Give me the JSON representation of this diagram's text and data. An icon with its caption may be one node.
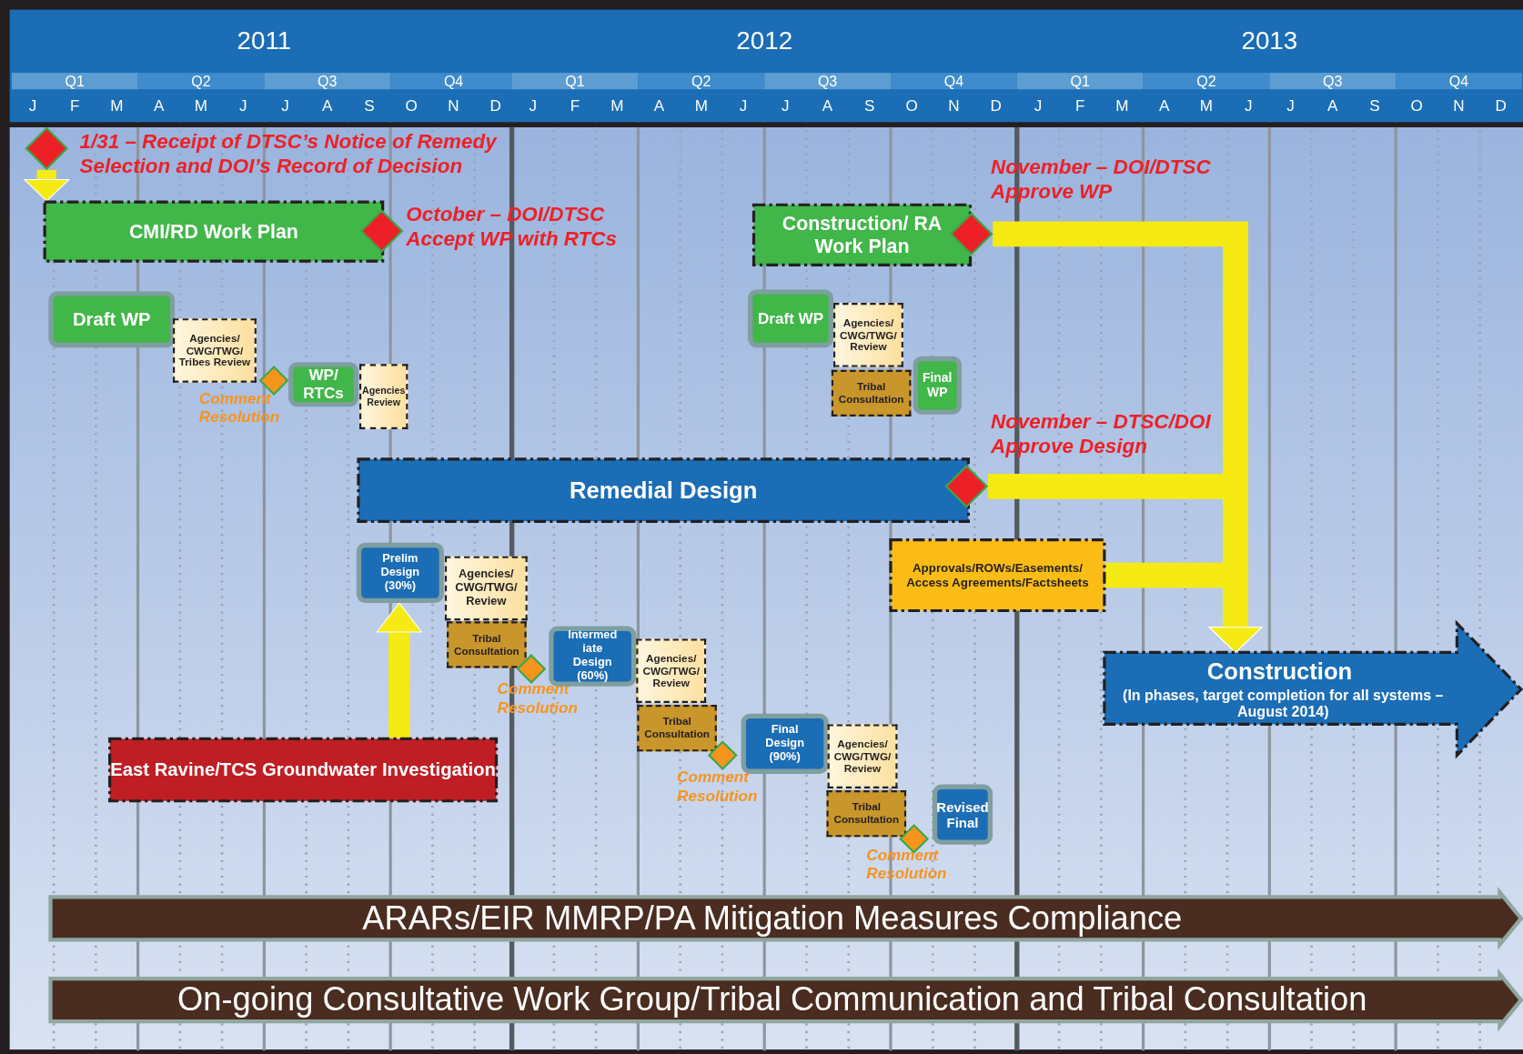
{
  "diagram": {
    "nodes": [
      {
        "text": [],
        "shape": "diamond",
        "beside": [
          "1/31 – Receipt of DTSC’s Notice of Remedy Selection and DOI’s Record of Decision"
        ]
      },
      {
        "text": [
          "CMI/RD Work Plan"
        ]
      },
      {
        "text": [],
        "shape": "diamond",
        "beside": [
          "October – DOI/DTSC Accept WP with RTCs"
        ]
      },
      {
        "text": [
          "Construction/ RA Work Plan"
        ]
      },
      {
        "text": [],
        "shape": "diamond",
        "beside": [
          "November – DOI/DTSC Approve WP"
        ]
      },
      {
        "text": [
          "Draft WP"
        ]
      },
      {
        "text": [
          "Agencies/ CWG/TWG/ Tribes Review"
        ]
      },
      {
        "text": [],
        "shape": "diamond",
        "beside": [
          "Comment Resolution"
        ]
      },
      {
        "text": [
          "WP/ RTCs"
        ]
      },
      {
        "text": [
          "Agencies Review"
        ]
      },
      {
        "text": [
          "Draft WP"
        ]
      },
      {
        "text": [
          "Agencies/ CWG/TWG/ Review"
        ]
      },
      {
        "text": [
          "Tribal Consultation"
        ]
      },
      {
        "text": [
          "Final WP"
        ]
      },
      {
        "text": [
          "Remedial Design"
        ]
      },
      {
        "text": [],
        "shape": "diamond",
        "beside": [
          "November – DTSC/DOI Approve Design"
        ]
      },
      {
        "text": [
          "Prelim Design (30%)"
        ]
      },
      {
        "text": [
          "Agencies/ CWG/TWG/ Review"
        ]
      },
      {
        "text": [
          "Tribal Consultation"
        ]
      },
      {
        "text": [
          "Approvals/ROWs/Easements/ Access Agreements/Factsheets"
        ]
      },
      {
        "text": [],
        "shape": "diamond",
        "beside": [
          "Comment Resolution"
        ]
      },
      {
        "text": [
          "Intermed iate Design (60%)"
        ]
      },
      {
        "text": [
          "Agencies/ CWG/TWG/ Review"
        ]
      },
      {
        "text": [
          "Tribal Consultation"
        ]
      },
      {
        "text": [
          "Construction",
          "(In phases, target completion for all systems – August 2014)"
        ]
      },
      {
        "text": [],
        "shape": "diamond",
        "beside": [
          "Comment Resolution"
        ]
      },
      {
        "text": [
          "Final Design (90%)"
        ]
      },
      {
        "text": [
          "Agencies/ CWG/TWG/ Review"
        ]
      },
      {
        "text": [
          "East Ravine/TCS Groundwater Investigation"
        ]
      },
      {
        "text": [
          "Tribal Consultation"
        ]
      },
      {
        "text": [],
        "shape": "diamond",
        "beside": [
          "Comment Resolution"
        ]
      },
      {
        "text": [
          "Revised Final"
        ]
      },
      {
        "text": [
          "ARARs/EIR MMRP/PA Mitigation Measures Compliance"
        ]
      },
      {
        "text": [
          "On-going Consultative Work Group/Tribal Communication and Tribal Consultation"
        ]
      }
    ],
    "edges": [
      {
        "from": 0,
        "to": 1,
        "arrow": "to"
      },
      {
        "from": 28,
        "to": 16,
        "arrow": "to"
      },
      {
        "from": 4,
        "to": 24,
        "arrow": "to"
      },
      {
        "from": 15,
        "to": 24,
        "arrow": "to"
      },
      {
        "from": 19,
        "to": 24,
        "arrow": "to"
      }
    ],
    "labels": [
      "2011",
      "2012",
      "2013",
      "Q1",
      "Q2",
      "Q3",
      "Q4",
      "Q1",
      "Q2",
      "Q3",
      "Q4",
      "Q1",
      "Q2",
      "Q3",
      "Q4",
      "J",
      "F",
      "M",
      "A",
      "M",
      "J",
      "J",
      "A",
      "S",
      "O",
      "N",
      "D",
      "J",
      "F",
      "M",
      "A",
      "M",
      "J",
      "J",
      "A",
      "S",
      "O",
      "N",
      "D",
      "J",
      "F",
      "M",
      "A",
      "M",
      "J",
      "J",
      "A",
      "S",
      "O",
      "N",
      "D"
    ]
  }
}
